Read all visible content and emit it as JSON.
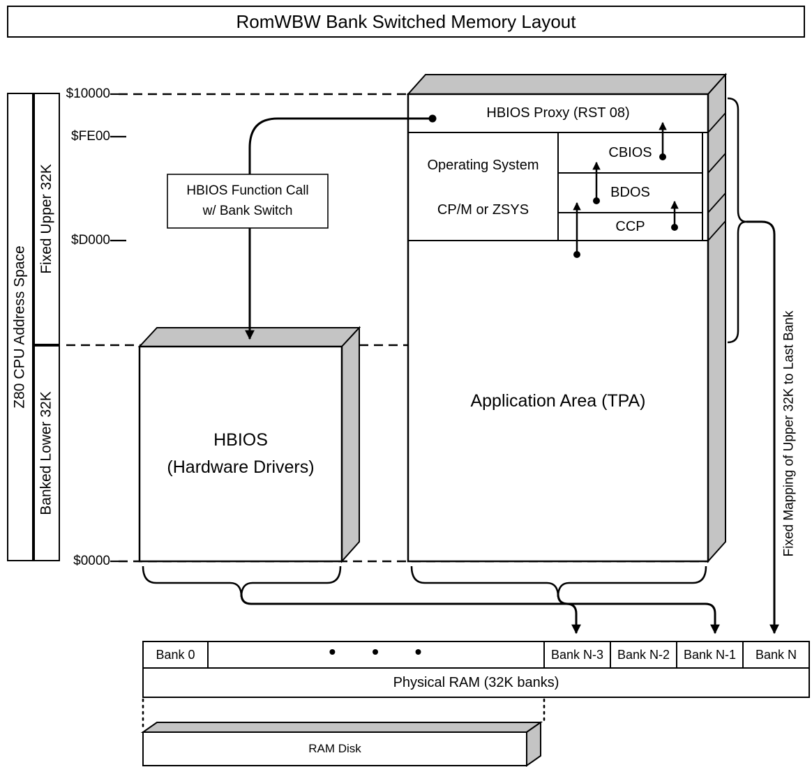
{
  "title": "RomWBW Bank Switched Memory Layout",
  "axis": {
    "address_space_label": "Z80 CPU Address Space",
    "upper_label": "Fixed Upper 32K",
    "lower_label": "Banked Lower 32K",
    "addresses": [
      "$10000",
      "$FE00",
      "$D000",
      "$0000"
    ]
  },
  "memory_map": {
    "hbios_proxy": "HBIOS Proxy (RST 08)",
    "os_line1": "Operating System",
    "os_line2": "CP/M or ZSYS",
    "cbios": "CBIOS",
    "bdos": "BDOS",
    "ccp": "CCP",
    "app_area": "Application Area (TPA)"
  },
  "function_call": {
    "line1": "HBIOS Function Call",
    "line2": "w/ Bank Switch"
  },
  "hbios_box": {
    "line1": "HBIOS",
    "line2": "(Hardware Drivers)"
  },
  "fixed_mapping_label": "Fixed Mapping of Upper 32K to Last Bank",
  "ram": {
    "banks": [
      "Bank 0",
      "Bank N-3",
      "Bank N-2",
      "Bank N-1",
      "Bank N"
    ],
    "ellipsis": "• • •",
    "physical_label": "Physical RAM (32K banks)",
    "ram_disk": "RAM Disk"
  },
  "colors": {
    "line": "#000000",
    "face_gray": "#c4c4c4",
    "background": "#ffffff"
  }
}
